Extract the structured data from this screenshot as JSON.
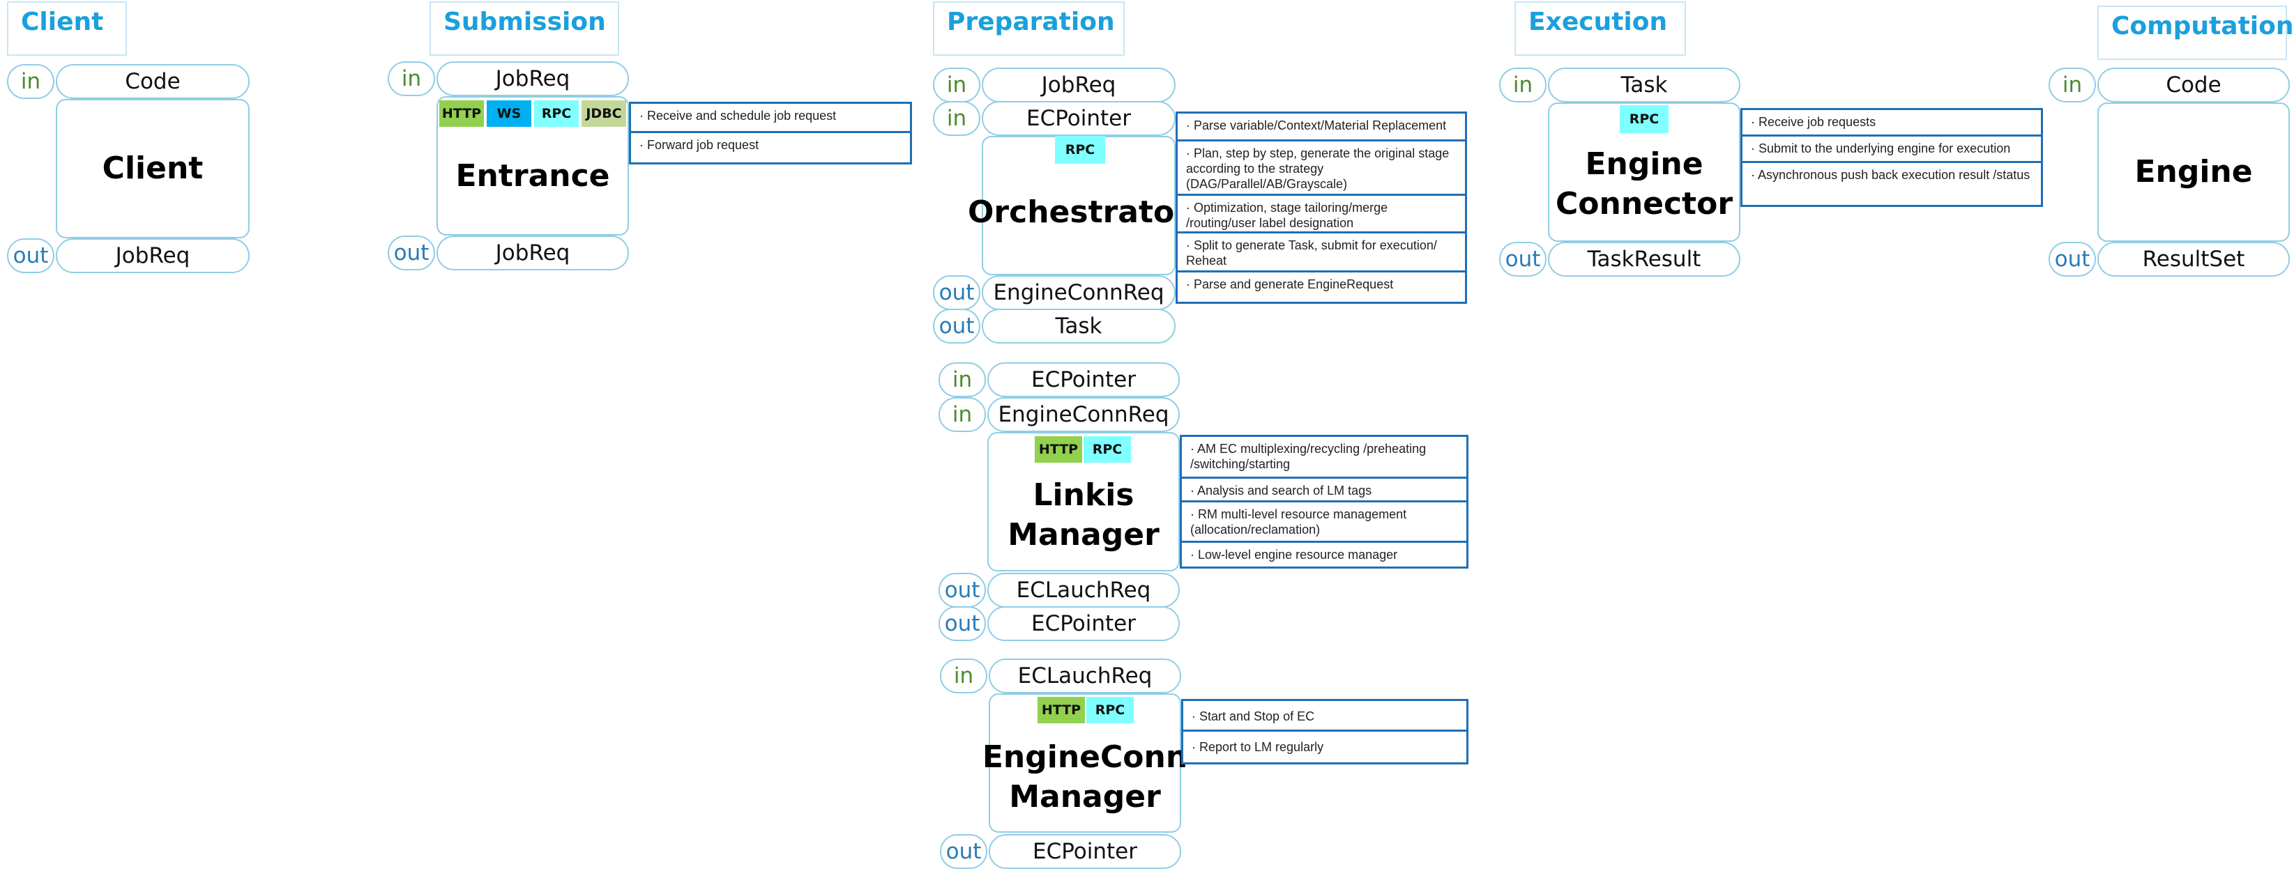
{
  "colors": {
    "title_text": "#1aa0dc",
    "title_border": "#c8e6f4",
    "pill_border": "#8fcde6",
    "in_text": "#4c8a2e",
    "out_text": "#2a7bb6",
    "note_border": "#1f6fb5",
    "http": "#92d050",
    "ws": "#00b0f0",
    "rpc": "#7fffff",
    "jdbc": "#c4d79b"
  },
  "port_words": {
    "in": "in",
    "out": "out"
  },
  "client": {
    "title": "Client",
    "in": "Code",
    "module": "Client",
    "out": "JobReq"
  },
  "submission": {
    "title": "Submission",
    "in": "JobReq",
    "module": "Entrance",
    "tags": [
      "HTTP",
      "WS",
      "RPC",
      "JDBC"
    ],
    "out": "JobReq",
    "notes": [
      "· Receive and schedule job request",
      "· Forward job request"
    ]
  },
  "preparation": {
    "title": "Preparation",
    "orchestrator": {
      "in": [
        "JobReq",
        "ECPointer"
      ],
      "tag": "RPC",
      "module": "Orchestrator",
      "out": [
        "EngineConnReq",
        "Task"
      ],
      "notes": [
        "· Parse variable/Context/Material Replacement",
        "· Plan, step by step, generate the original stage according to the strategy (DAG/Parallel/AB/Grayscale)",
        "· Optimization, stage tailoring/merge /routing/user label designation",
        "· Split to generate Task, submit for execution/ Reheat",
        "· Parse and generate EngineRequest"
      ]
    },
    "linkis_manager": {
      "in": [
        "ECPointer",
        "EngineConnReq"
      ],
      "tags": [
        "HTTP",
        "RPC"
      ],
      "module_line1": "Linkis",
      "module_line2": "Manager",
      "out": [
        "ECLauchReq",
        "ECPointer"
      ],
      "notes": [
        "· AM EC multiplexing/recycling /preheating /switching/starting",
        "· Analysis and search of LM tags",
        "· RM multi-level resource management (allocation/reclamation)",
        "· Low-level engine resource manager"
      ]
    },
    "ecm": {
      "in": "ECLauchReq",
      "tags": [
        "HTTP",
        "RPC"
      ],
      "module_line1": "EngineConn",
      "module_line2": "Manager",
      "out": "ECPointer",
      "notes": [
        "· Start and Stop of EC",
        "· Report to LM regularly"
      ]
    }
  },
  "execution": {
    "title": "Execution",
    "in": "Task",
    "tag": "RPC",
    "module_line1": "Engine",
    "module_line2": "Connector",
    "out": "TaskResult",
    "notes": [
      "· Receive job requests",
      "· Submit to the underlying engine for execution",
      "· Asynchronous push back execution result /status"
    ]
  },
  "computation": {
    "title": "Computation",
    "in": "Code",
    "module": "Engine",
    "out": "ResultSet"
  }
}
